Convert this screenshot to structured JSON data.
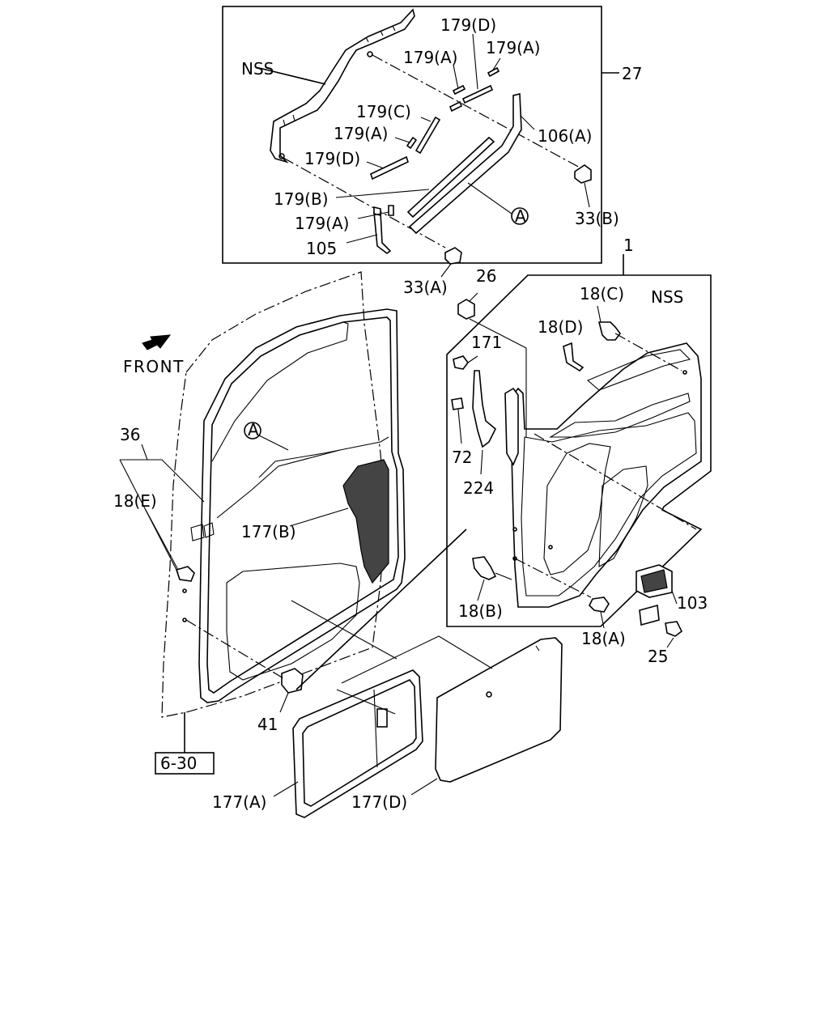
{
  "labels": {
    "nss_top": "NSS",
    "l179d_top": "179(D)",
    "l179a_1": "179(A)",
    "l179a_2": "179(A)",
    "l27": "27",
    "l179c": "179(C)",
    "l106a": "106(A)",
    "l179a_3": "179(A)",
    "l179d_mid": "179(D)",
    "l179b": "179(B)",
    "circle_a_top": "A",
    "l33b": "33(B)",
    "l179a_4": "179(A)",
    "l105": "105",
    "l33a": "33(A)",
    "l1": "1",
    "l26": "26",
    "l18c": "18(C)",
    "nss_right": "NSS",
    "l18d": "18(D)",
    "front": "FRONT",
    "l171": "171",
    "circle_a_left": "A",
    "l36": "36",
    "l72": "72",
    "l224": "224",
    "l18e": "18(E)",
    "l177b": "177(B)",
    "l18b": "18(B)",
    "l103": "103",
    "l18a": "18(A)",
    "l25": "25",
    "l41": "41",
    "l630": "6-30",
    "l177a": "177(A)",
    "l177d": "177(D)"
  }
}
